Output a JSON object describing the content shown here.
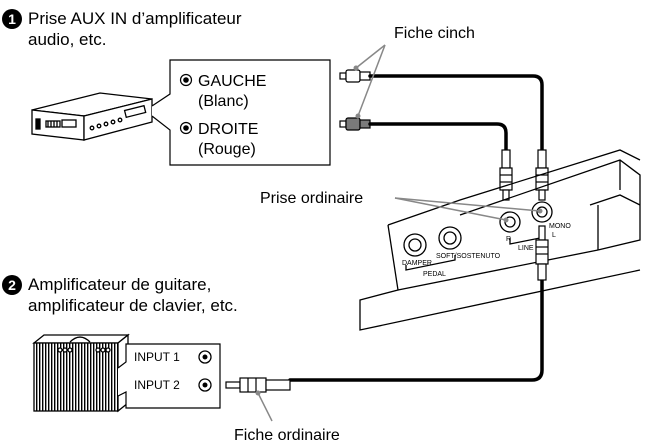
{
  "step1": {
    "number": "1",
    "text_line1": "Prise AUX IN d’amplificateur",
    "text_line2": "audio, etc."
  },
  "step2": {
    "number": "2",
    "text_line1": "Amplificateur de guitare,",
    "text_line2": "amplificateur de clavier, etc."
  },
  "labels": {
    "fiche_cinch": "Fiche cinch",
    "prise_ordinaire": "Prise ordinaire",
    "fiche_ordinaire": "Fiche ordinaire"
  },
  "audio_amp": {
    "left_line1": "GAUCHE",
    "left_line2": "(Blanc)",
    "right_line1": "DROITE",
    "right_line2": "(Rouge)"
  },
  "guitar_amp": {
    "input1": "INPUT 1",
    "input2": "INPUT 2"
  },
  "keyboard_panel": {
    "damper": "DAMPER",
    "soft": "SOFT/SOSTENUTO",
    "pedal": "PEDAL",
    "r": "R",
    "line": "LINE",
    "mono": "MONO",
    "l": "L"
  },
  "colors": {
    "stroke": "#000000",
    "red_plug": "#7a7a7a",
    "number_badge": "#000000"
  }
}
